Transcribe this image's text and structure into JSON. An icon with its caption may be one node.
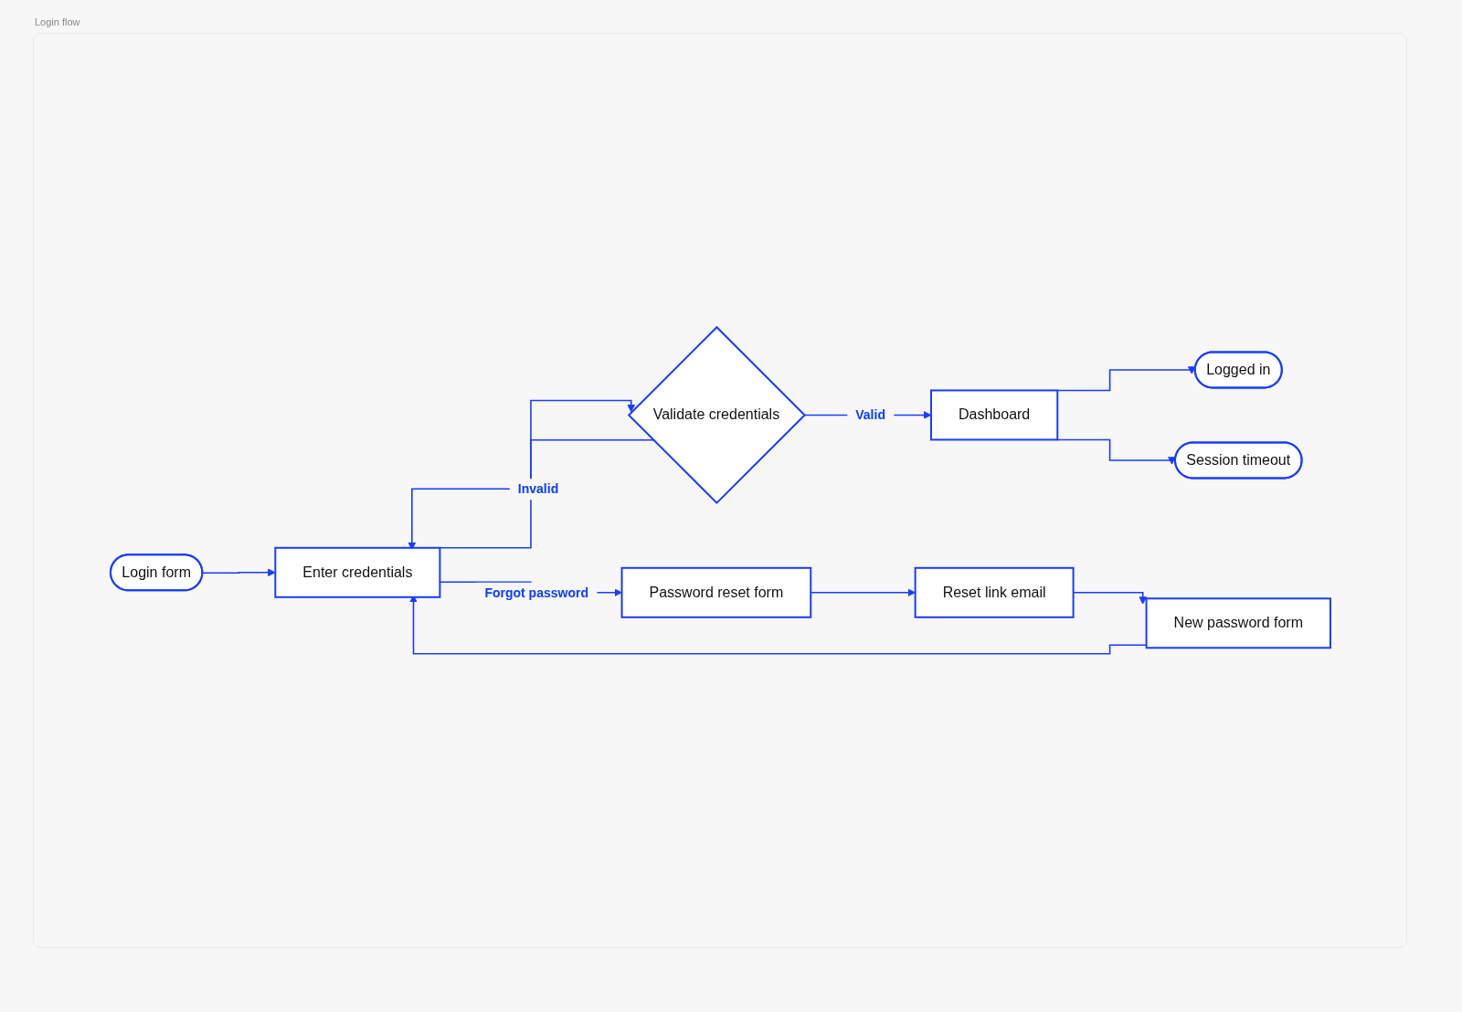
{
  "diagram": {
    "title": "Login flow",
    "nodes": [
      {
        "text": [
          "Login form"
        ]
      },
      {
        "text": [
          "Enter credentials"
        ]
      },
      {
        "text": [
          "Validate credentials"
        ]
      },
      {
        "text": [
          "Dashboard"
        ]
      },
      {
        "text": [
          "Logged in"
        ]
      },
      {
        "text": [
          "Session timeout"
        ]
      },
      {
        "text": [
          "Password reset form"
        ]
      },
      {
        "text": [
          "Reset link email"
        ]
      },
      {
        "text": [
          "New password form"
        ]
      }
    ],
    "edges": [
      {
        "from": 0,
        "to": 1,
        "arrow": "to"
      },
      {
        "from": 1,
        "to": 2,
        "arrow": "to"
      },
      {
        "from": 2,
        "to": 3,
        "arrow": "to",
        "label": "Valid"
      },
      {
        "from": 3,
        "to": 4,
        "arrow": "to"
      },
      {
        "from": 3,
        "to": 5,
        "arrow": "to"
      },
      {
        "from": 2,
        "to": 1,
        "arrow": "to",
        "label": "Invalid"
      },
      {
        "from": 1,
        "to": 6,
        "arrow": "to",
        "label": "Forgot password"
      },
      {
        "from": 6,
        "to": 7,
        "arrow": "to"
      },
      {
        "from": 7,
        "to": 8,
        "arrow": "to"
      },
      {
        "from": 8,
        "to": 1,
        "arrow": "to"
      }
    ]
  }
}
